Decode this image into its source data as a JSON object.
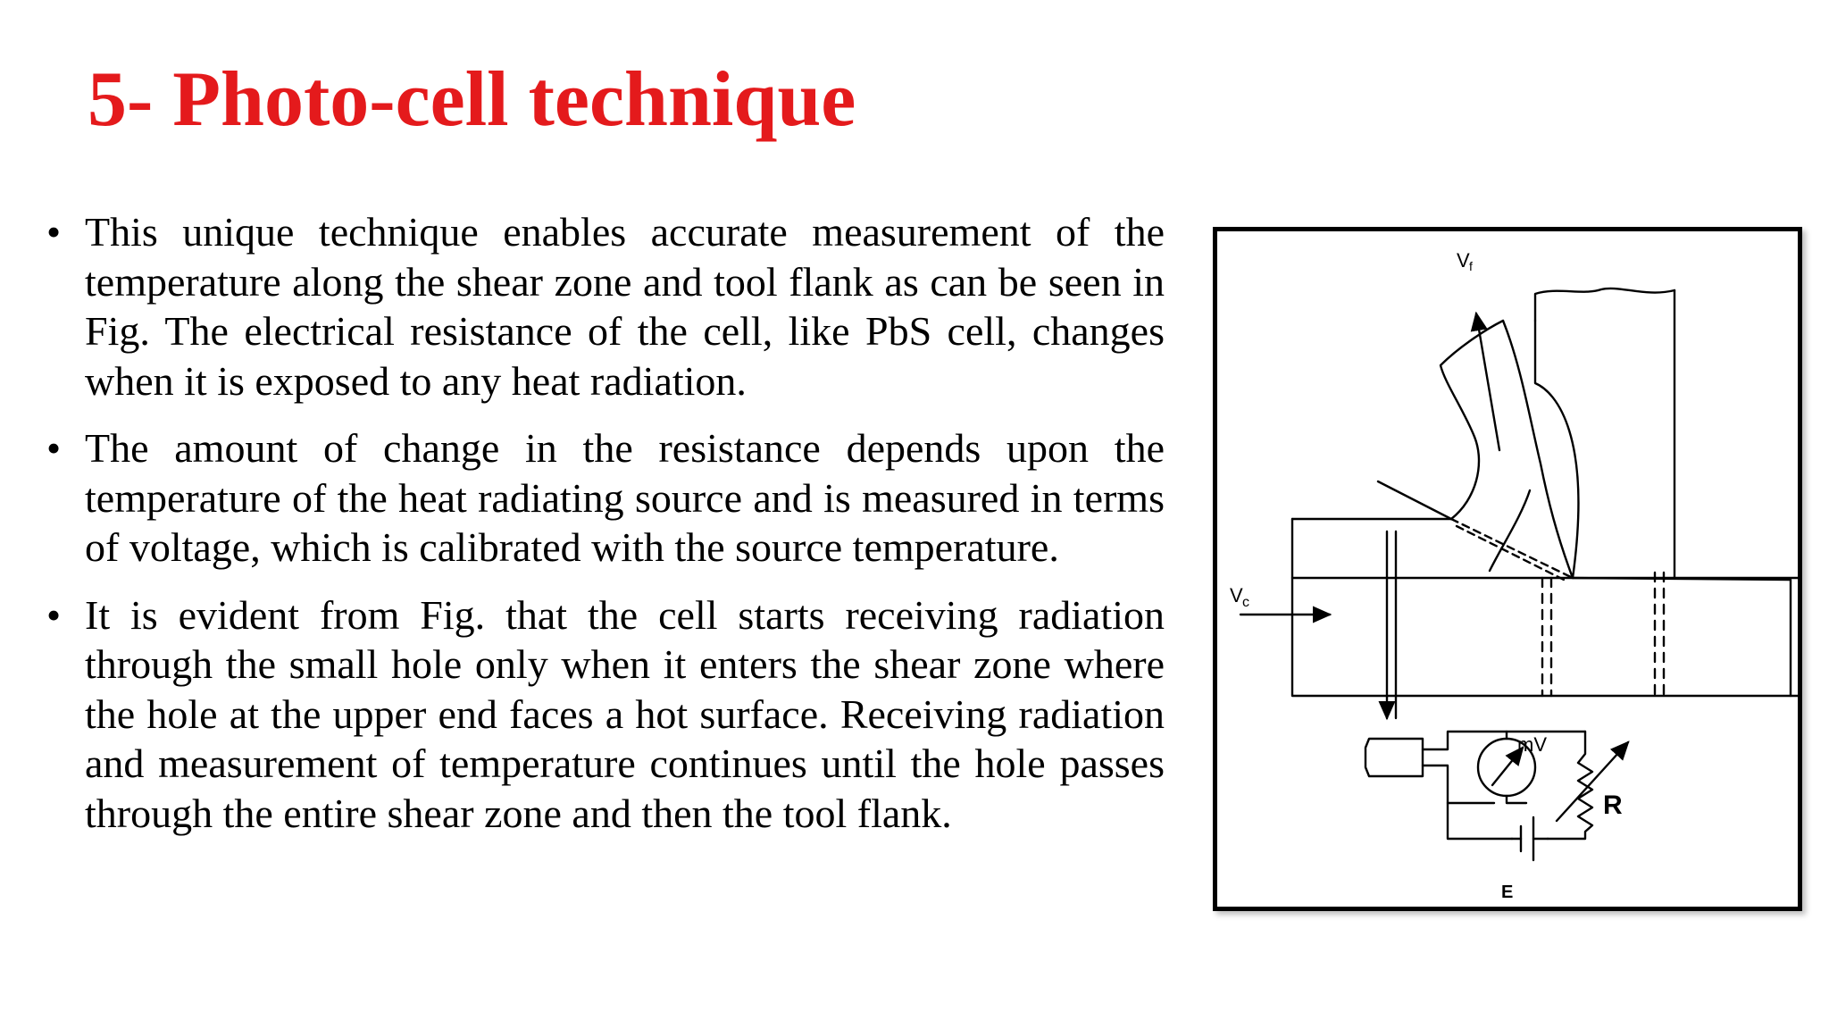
{
  "slide": {
    "title": "5- Photo-cell technique",
    "bullets": [
      {
        "symbol": "•",
        "text": "This unique technique enables accurate measurement of the temperature along the shear zone and tool flank as can be seen in Fig. The electrical resistance of the cell, like PbS cell, changes when it is exposed to any heat radiation."
      },
      {
        "symbol": "•",
        "text": "The amount of change in the resistance depends upon the temperature of the heat radiating source and is measured in terms of voltage, which is calibrated with the source temperature."
      },
      {
        "symbol": "•",
        "text": "It is evident from Fig. that the cell starts receiving radiation through the small hole only when it enters the shear zone where the hole at the upper end faces a hot surface. Receiving radiation and measurement of temperature continues until the hole passes through the entire shear zone and then the tool flank."
      }
    ]
  },
  "figure": {
    "labels": {
      "vf": "V",
      "vf_sub": "f",
      "vc": "V",
      "vc_sub": "c",
      "mv": "mV",
      "r": "R",
      "e": "E"
    }
  },
  "colors": {
    "title": "#e41a1c",
    "text": "#000000",
    "background": "#ffffff"
  }
}
